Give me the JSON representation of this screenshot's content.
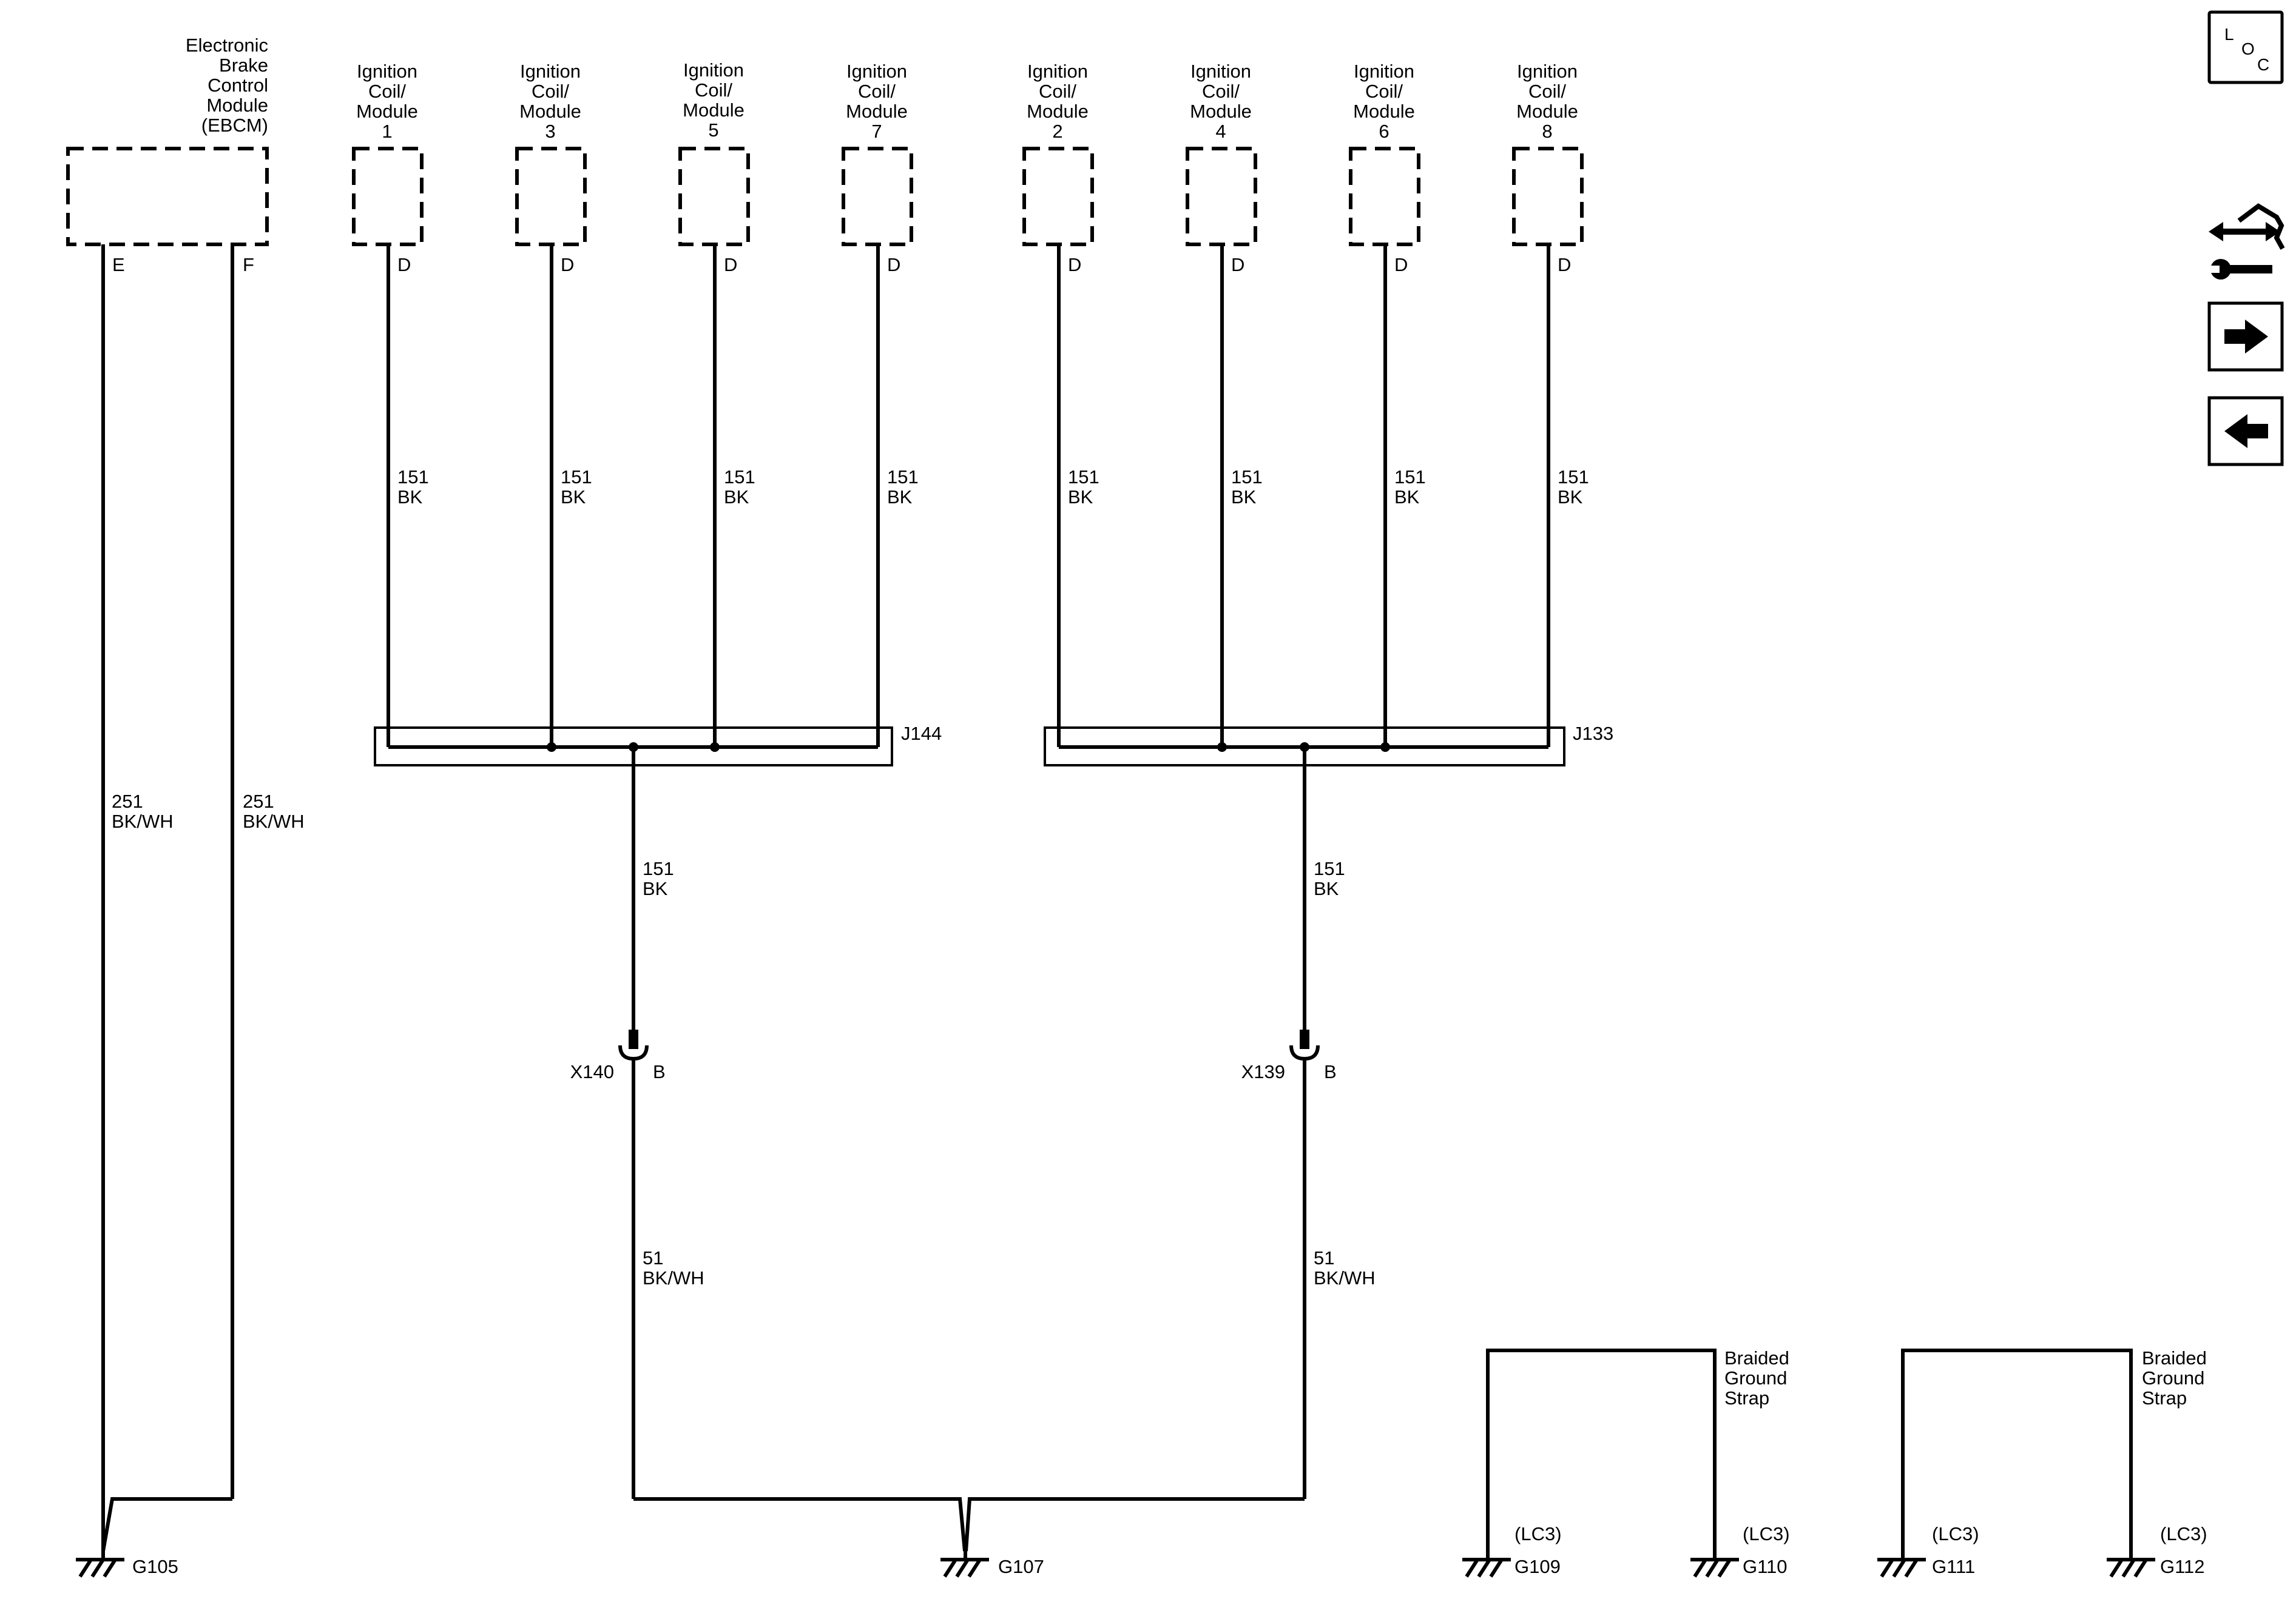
{
  "components": {
    "ebcm": {
      "label": [
        "Electronic",
        "Brake",
        "Control",
        "Module",
        "(EBCM)"
      ],
      "pins": [
        "E",
        "F"
      ]
    },
    "coil1": {
      "label": [
        "Ignition",
        "Coil/",
        "Module",
        "1"
      ],
      "pin": "D"
    },
    "coil3": {
      "label": [
        "Ignition",
        "Coil/",
        "Module",
        "3"
      ],
      "pin": "D"
    },
    "coil5": {
      "label": [
        "Ignition",
        "Coil/",
        "Module",
        "5"
      ],
      "pin": "D"
    },
    "coil7": {
      "label": [
        "Ignition",
        "Coil/",
        "Module",
        "7"
      ],
      "pin": "D"
    },
    "coil2": {
      "label": [
        "Ignition",
        "Coil/",
        "Module",
        "2"
      ],
      "pin": "D"
    },
    "coil4": {
      "label": [
        "Ignition",
        "Coil/",
        "Module",
        "4"
      ],
      "pin": "D"
    },
    "coil6": {
      "label": [
        "Ignition",
        "Coil/",
        "Module",
        "6"
      ],
      "pin": "D"
    },
    "coil8": {
      "label": [
        "Ignition",
        "Coil/",
        "Module",
        "8"
      ],
      "pin": "D"
    }
  },
  "wires": {
    "coil_circuit": "151",
    "coil_color": "BK",
    "ebcm_circuit": "251",
    "ebcm_color": "BK/WH",
    "ground_circuit": "51",
    "ground_color": "BK/WH"
  },
  "splices": {
    "left": "J144",
    "right": "J133"
  },
  "connectors": {
    "left": {
      "name": "X140",
      "pin": "B"
    },
    "right": {
      "name": "X139",
      "pin": "B"
    }
  },
  "grounds": {
    "g105": "G105",
    "g107": "G107",
    "g109": "G109",
    "g110": "G110",
    "g111": "G111",
    "g112": "G112"
  },
  "straps": {
    "label": [
      "Braided",
      "Ground",
      "Strap"
    ],
    "option": "(LC3)"
  },
  "icons": {
    "loc": {
      "letters": [
        "L",
        "O",
        "C"
      ],
      "name": "location-icon"
    },
    "service": "wrench-vehicle-icon",
    "next": "arrow-right-icon",
    "prev": "arrow-left-icon"
  }
}
